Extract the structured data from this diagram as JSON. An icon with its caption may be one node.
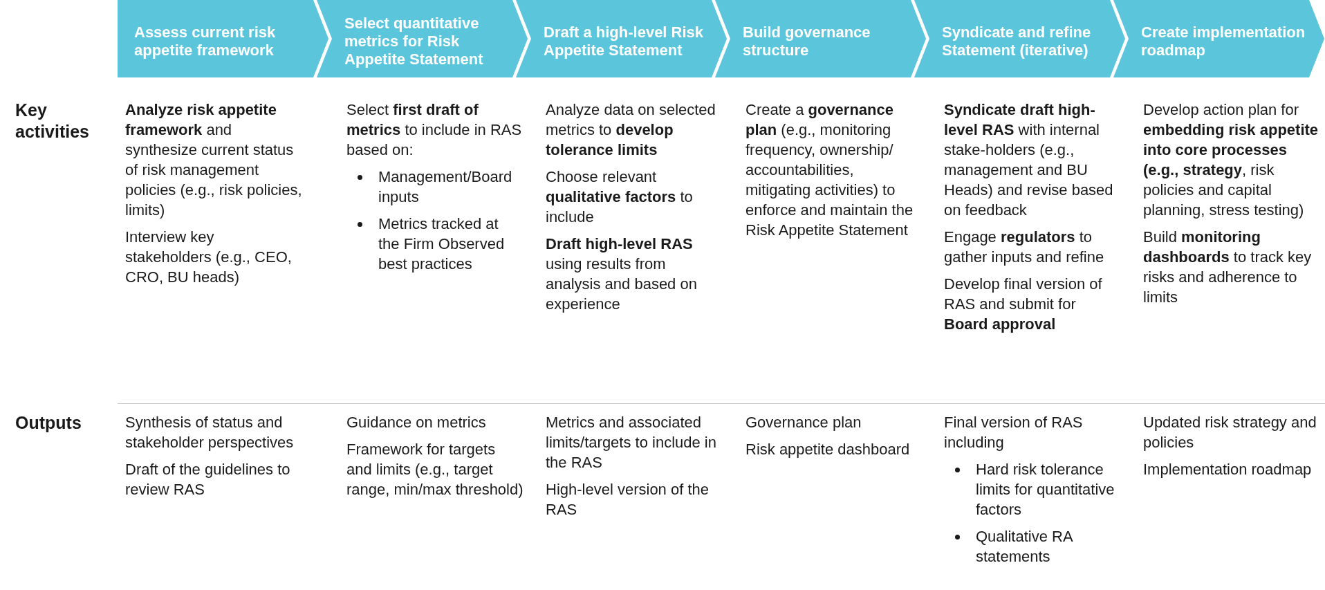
{
  "diagram": {
    "nodes": [
      {
        "text": [
          "Assess current risk appetite framework"
        ]
      },
      {
        "text": [
          "Select quantitative metrics for Risk Appetite Statement"
        ]
      },
      {
        "text": [
          "Draft a high-level Risk Appetite Statement"
        ]
      },
      {
        "text": [
          "Build governance structure"
        ]
      },
      {
        "text": [
          "Syndicate and refine Statement (iterative)"
        ]
      },
      {
        "text": [
          "Create implementation roadmap"
        ]
      }
    ],
    "labels": [
      "Key activities",
      "**Analyze risk appetite framework** and synthesize current status of risk management policies (e.g., risk policies, limits)",
      "Interview key stakeholders (e.g., CEO, CRO, BU heads)",
      "Select **first draft of metrics** to include in RAS based on:",
      "Management/Board inputs",
      "Metrics tracked at the Firm Observed best practices",
      "Analyze data on selected metrics to **develop tolerance limits**",
      "Choose relevant **qualitative factors** to include",
      "**Draft high-level RAS** using results from analysis and based on experience",
      "Create a **governance plan** (e.g., monitoring frequency, ownership/ accountabilities, mitigating activities) to enforce and maintain the Risk Appetite Statement",
      "**Syndicate draft high-level RAS** with internal stake-holders (e.g., management and BU Heads) and revise based on feedback",
      "Engage **regulators** to gather inputs and refine",
      "Develop final version of RAS and submit for **Board approval**",
      "Develop action plan for **embedding risk appetite into core processes (e.g., strategy**, risk policies and capital planning, stress testing)",
      "Build **monitoring dashboards** to track key risks and adherence to limits",
      "Outputs",
      "Synthesis of status and stakeholder perspectives",
      "Draft of the guidelines to review RAS",
      "Guidance on metrics",
      "Framework for targets and limits (e.g., target range, min/max threshold)",
      "Metrics and associated limits/targets to include in the RAS",
      "High-level version of the RAS",
      "Governance plan",
      "Risk appetite dashboard",
      "Final version of RAS including",
      "Hard risk tolerance limits for quantitative factors",
      "Qualitative RA statements",
      "Updated risk strategy and policies",
      "Implementation roadmap"
    ]
  }
}
